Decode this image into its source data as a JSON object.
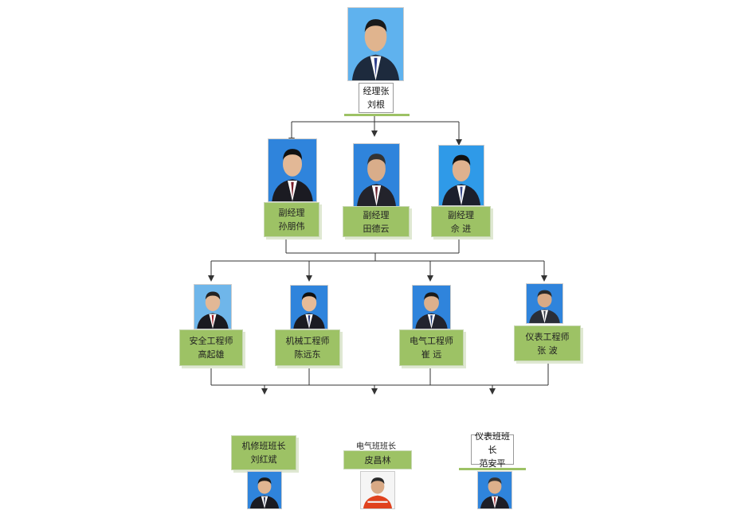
{
  "general_manager": {
    "title": "经理张",
    "name": "刘根"
  },
  "deputies": [
    {
      "title": "副经理",
      "name": "孙朋伟"
    },
    {
      "title": "副经理",
      "name": "田德云"
    },
    {
      "title": "副经理",
      "name": "佘 进"
    }
  ],
  "engineers": [
    {
      "title": "安全工程师",
      "name": "高起雄"
    },
    {
      "title": "机械工程师",
      "name": "陈远东"
    },
    {
      "title": "电气工程师",
      "name": "崔 远"
    },
    {
      "title": "仪表工程师",
      "name": "张 波"
    }
  ],
  "team_leaders": [
    {
      "title": "机修班班长",
      "name": "刘红斌"
    },
    {
      "title": "电气班班长",
      "name": "皮昌林"
    },
    {
      "title": "仪表班班长",
      "name": "范安平"
    }
  ],
  "colors": {
    "label_green": "#9dc265",
    "photo_blue": "#2f84dc",
    "line": "#333333"
  }
}
